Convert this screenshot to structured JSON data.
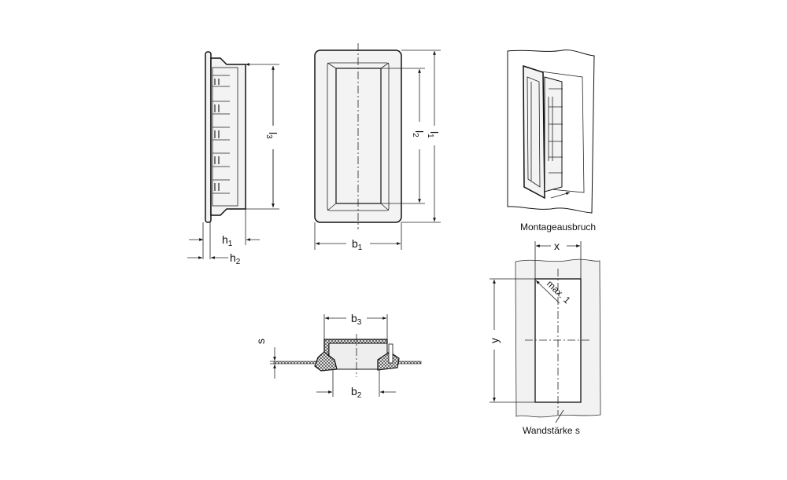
{
  "side_view": {
    "h1": {
      "base": "h",
      "sub": "1"
    },
    "h2": {
      "base": "h",
      "sub": "2"
    },
    "l3": {
      "base": "l",
      "sub": "3"
    }
  },
  "front_view": {
    "b1": {
      "base": "b",
      "sub": "1"
    },
    "l1": {
      "base": "l",
      "sub": "1"
    },
    "l2": {
      "base": "l",
      "sub": "2"
    }
  },
  "section_view": {
    "b2": {
      "base": "b",
      "sub": "2"
    },
    "b3": {
      "base": "b",
      "sub": "3"
    },
    "s": "s"
  },
  "mounting_view": {
    "caption": "Montageausbruch"
  },
  "cutout_view": {
    "x": "x",
    "y": "y",
    "corner_radius": "max. 1",
    "wall_label": "Wandstärke s"
  }
}
